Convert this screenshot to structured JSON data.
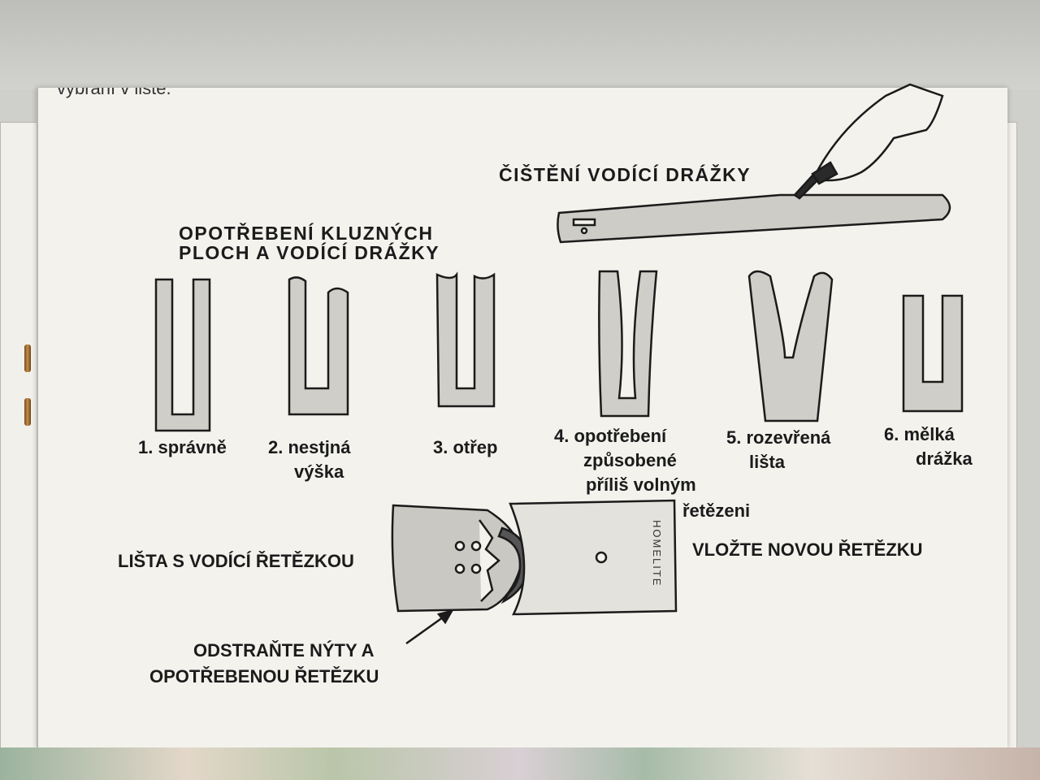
{
  "page": {
    "top_fragment": "vybrání v liště.",
    "cleaning_title": "ČIŠTĚNÍ VODÍCÍ DRÁŽKY",
    "wear_title_line1": "OPOTŘEBENÍ KLUZNÝCH",
    "wear_title_line2": "PLOCH A VODÍCÍ DRÁŽKY",
    "profiles": [
      {
        "label_lines": [
          "1. správně"
        ]
      },
      {
        "label_lines": [
          "2. nestjná",
          "výška"
        ]
      },
      {
        "label_lines": [
          "3. otřep"
        ]
      },
      {
        "label_lines": [
          "4. opotřebení",
          "způsobené",
          "příliš volným",
          "řetězeni"
        ]
      },
      {
        "label_lines": [
          "5. rozevřená",
          "lišta"
        ]
      },
      {
        "label_lines": [
          "6. mělká",
          "drážka"
        ]
      }
    ],
    "bar_label": "LIŠTA S VODÍCÍ ŘETĚZKOU",
    "insert_label": "VLOŽTE NOVOU ŘETĚZKU",
    "remove_label_line1": "ODSTRAŇTE NÝTY A",
    "remove_label_line2": "OPOTŘEBENOU ŘETĚZKU",
    "brand_text": "HOMELITE"
  }
}
